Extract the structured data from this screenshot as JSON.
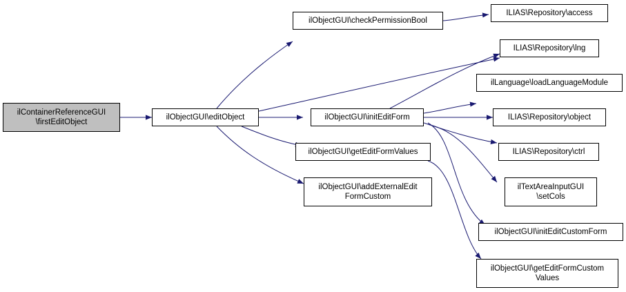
{
  "colors": {
    "edge": "#191970",
    "root_fill": "#bfbfbf",
    "node_fill": "#ffffff",
    "border": "#000000"
  },
  "nodes": {
    "first_edit_object": "ilContainerReferenceGUI\n\\firstEditObject",
    "edit_object": "ilObjectGUI\\editObject",
    "check_permission_bool": "ilObjectGUI\\checkPermissionBool",
    "init_edit_form": "ilObjectGUI\\initEditForm",
    "get_edit_form_values": "ilObjectGUI\\getEditFormValues",
    "add_external_edit_form_custom": "ilObjectGUI\\addExternalEdit\nFormCustom",
    "repository_access": "ILIAS\\Repository\\access",
    "repository_lng": "ILIAS\\Repository\\lng",
    "load_language_module": "ilLanguage\\loadLanguageModule",
    "repository_object": "ILIAS\\Repository\\object",
    "repository_ctrl": "ILIAS\\Repository\\ctrl",
    "text_area_set_cols": "ilTextAreaInputGUI\n\\setCols",
    "init_edit_custom_form": "ilObjectGUI\\initEditCustomForm",
    "get_edit_form_custom_values": "ilObjectGUI\\getEditFormCustom\nValues"
  }
}
